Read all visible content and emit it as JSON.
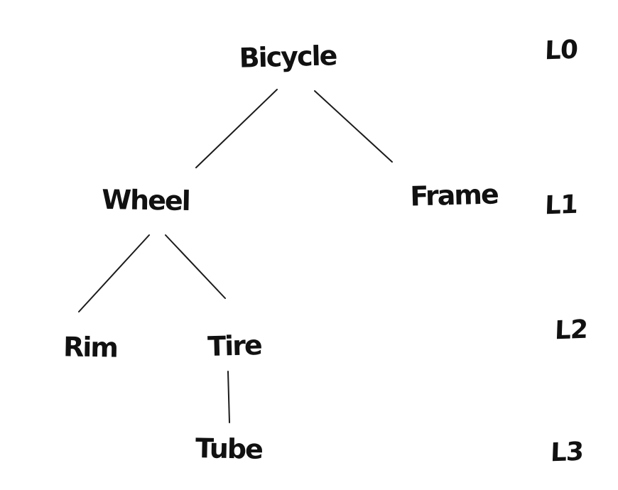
{
  "diagram": {
    "type": "tree",
    "style": "hand-drawn",
    "ink_color": "#1b1b1b",
    "background_color": "#ffffff",
    "nodes": [
      {
        "id": "bicycle",
        "label": "Bicycle",
        "level": 0,
        "parent": null
      },
      {
        "id": "wheel",
        "label": "Wheel",
        "level": 1,
        "parent": "bicycle"
      },
      {
        "id": "frame",
        "label": "Frame",
        "level": 1,
        "parent": "bicycle"
      },
      {
        "id": "rim",
        "label": "Rim",
        "level": 2,
        "parent": "wheel"
      },
      {
        "id": "tire",
        "label": "Tire",
        "level": 2,
        "parent": "wheel"
      },
      {
        "id": "tube",
        "label": "Tube",
        "level": 3,
        "parent": "tire"
      }
    ],
    "edges": [
      {
        "from": "bicycle",
        "to": "wheel"
      },
      {
        "from": "bicycle",
        "to": "frame"
      },
      {
        "from": "wheel",
        "to": "rim"
      },
      {
        "from": "wheel",
        "to": "tire"
      },
      {
        "from": "tire",
        "to": "tube"
      }
    ],
    "level_labels": [
      {
        "label": "L0",
        "level": 0
      },
      {
        "label": "L1",
        "level": 1
      },
      {
        "label": "L2",
        "level": 2
      },
      {
        "label": "L3",
        "level": 3
      }
    ]
  }
}
